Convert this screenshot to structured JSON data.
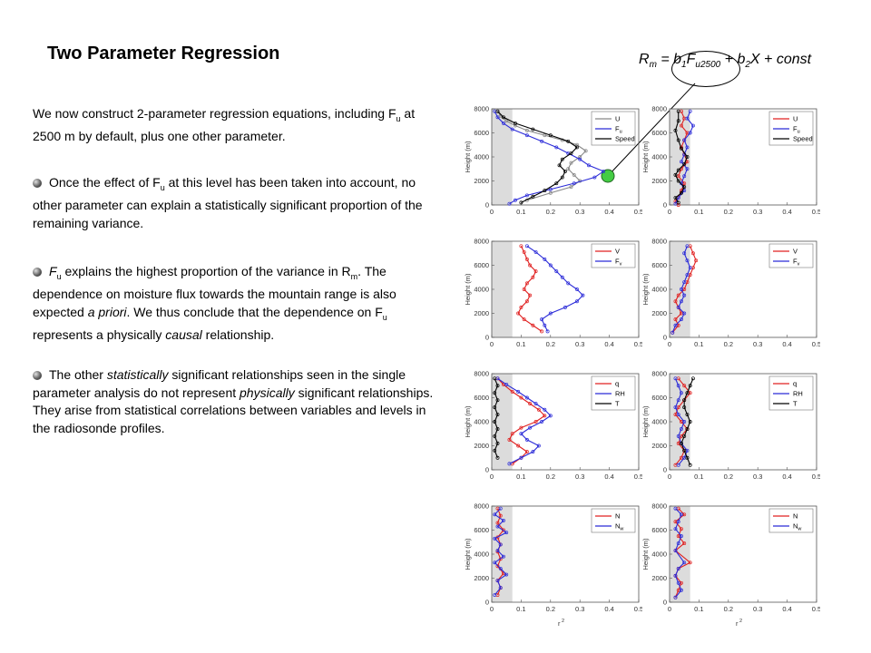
{
  "slide": {
    "title": "Two Parameter Regression",
    "equation": {
      "R": "R",
      "m": "m",
      "eq": " = b",
      "one": "1",
      "F": "F",
      "u2500": "u2500",
      "plus": " + b",
      "two": "2",
      "rest": "X + const"
    },
    "para1": {
      "a": "We now construct 2-parameter regression equations, including F",
      "sub": "u",
      "b": " at 2500 m by default, plus one other parameter."
    },
    "para2": {
      "a": "Once the effect of F",
      "sub": "u",
      "b": " at this level has been taken into account, no other parameter can explain a statistically significant proportion of the remaining variance."
    },
    "para3": {
      "a": "F",
      "sub1": "u",
      "b": " explains the highest proportion of the variance in R",
      "sub2": "m",
      "c": ". The dependence on moisture flux towards the mountain range is also expected ",
      "d": "a priori",
      "e": ".  We thus conclude that the dependence on F",
      "sub3": "u",
      "f": " represents a physically ",
      "g": "causal",
      "h": " relationship."
    },
    "para4": {
      "a": "The other ",
      "b": "statistically",
      "c": " significant relationships seen in the single parameter analysis do not represent ",
      "d": "physically",
      "e": " significant relationships.  They arise from statistical correlations between variables and levels in the radiosonde profiles."
    }
  },
  "plot_labels": {
    "ylabel": "Height (m)",
    "xlabel": "r",
    "xlabel_sup": "2",
    "yticks": [
      "8000",
      "6000",
      "4000",
      "2000",
      "0"
    ],
    "xticks": [
      "0",
      "0.1",
      "0.2",
      "0.3",
      "0.4",
      "0.5"
    ]
  },
  "legend_colors": {
    "black": "#000000",
    "blue": "#2b2bd8",
    "red": "#e02020",
    "grey": "#888888"
  },
  "highlight_color": "#44cc44",
  "chart_data": [
    {
      "type": "line",
      "panel": "row1-left",
      "xlim": [
        0,
        0.5
      ],
      "ylim": [
        0,
        8000
      ],
      "legend": [
        "U",
        "Fu",
        "Speed"
      ],
      "series": [
        {
          "name": "U",
          "color": "#888888",
          "x": [
            0.02,
            0.03,
            0.05,
            0.08,
            0.12,
            0.18,
            0.24,
            0.29,
            0.32,
            0.3,
            0.27,
            0.26,
            0.28,
            0.3,
            0.27,
            0.2,
            0.12
          ],
          "y": [
            7800,
            7400,
            7000,
            6600,
            6200,
            5800,
            5400,
            5000,
            4500,
            4000,
            3500,
            3000,
            2500,
            2000,
            1500,
            1000,
            400
          ]
        },
        {
          "name": "Fu",
          "color": "#2b2bd8",
          "x": [
            0.01,
            0.02,
            0.04,
            0.07,
            0.12,
            0.17,
            0.22,
            0.26,
            0.3,
            0.33,
            0.38,
            0.35,
            0.28,
            0.2,
            0.12,
            0.08,
            0.06
          ],
          "y": [
            7800,
            7300,
            6800,
            6300,
            5800,
            5300,
            4800,
            4300,
            3800,
            3300,
            2800,
            2300,
            1800,
            1300,
            800,
            400,
            100
          ]
        },
        {
          "name": "Speed",
          "color": "#000000",
          "x": [
            0.02,
            0.04,
            0.08,
            0.14,
            0.2,
            0.26,
            0.29,
            0.27,
            0.24,
            0.23,
            0.25,
            0.24,
            0.22,
            0.18,
            0.14,
            0.1
          ],
          "y": [
            7800,
            7300,
            6800,
            6300,
            5800,
            5300,
            4800,
            4300,
            3800,
            3300,
            2800,
            2300,
            1800,
            1200,
            700,
            200
          ]
        }
      ]
    },
    {
      "type": "line",
      "panel": "row1-right",
      "xlim": [
        0,
        0.5
      ],
      "ylim": [
        0,
        8000
      ],
      "legend": [
        "U",
        "Fu",
        "Speed"
      ],
      "series": [
        {
          "name": "U",
          "color": "#e02020",
          "x": [
            0.04,
            0.05,
            0.04,
            0.06,
            0.05,
            0.04,
            0.05,
            0.06,
            0.04,
            0.03,
            0.05,
            0.04,
            0.03,
            0.02,
            0.03
          ],
          "y": [
            7800,
            7200,
            6600,
            6000,
            5400,
            4800,
            4200,
            3600,
            3000,
            2400,
            1800,
            1200,
            600,
            300,
            0
          ]
        },
        {
          "name": "Fu",
          "color": "#2b2bd8",
          "x": [
            0.07,
            0.06,
            0.08,
            0.07,
            0.05,
            0.06,
            0.05,
            0.04,
            0.06,
            0.05,
            0.04,
            0.05,
            0.03,
            0.02
          ],
          "y": [
            7800,
            7200,
            6600,
            6000,
            5400,
            4800,
            4200,
            3600,
            3000,
            2400,
            1800,
            1200,
            600,
            100
          ]
        },
        {
          "name": "Speed",
          "color": "#000000",
          "x": [
            0.03,
            0.03,
            0.02,
            0.03,
            0.04,
            0.06,
            0.05,
            0.03,
            0.02,
            0.03,
            0.05,
            0.04,
            0.02,
            0.03
          ],
          "y": [
            7800,
            7000,
            6200,
            5400,
            4700,
            4000,
            3400,
            2900,
            2500,
            2000,
            1500,
            1000,
            600,
            200
          ]
        }
      ]
    },
    {
      "type": "line",
      "panel": "row2-left",
      "xlim": [
        0,
        0.5
      ],
      "ylim": [
        0,
        8000
      ],
      "legend": [
        "V",
        "Fv"
      ],
      "series": [
        {
          "name": "V",
          "color": "#e02020",
          "x": [
            0.1,
            0.11,
            0.12,
            0.13,
            0.15,
            0.14,
            0.12,
            0.11,
            0.13,
            0.12,
            0.1,
            0.09,
            0.11,
            0.14,
            0.17
          ],
          "y": [
            7600,
            7100,
            6500,
            6000,
            5500,
            5000,
            4500,
            4000,
            3500,
            3000,
            2500,
            2000,
            1500,
            1000,
            500
          ]
        },
        {
          "name": "Fv",
          "color": "#2b2bd8",
          "x": [
            0.12,
            0.15,
            0.18,
            0.2,
            0.22,
            0.24,
            0.26,
            0.29,
            0.31,
            0.29,
            0.25,
            0.2,
            0.17,
            0.18,
            0.19
          ],
          "y": [
            7600,
            7100,
            6500,
            6000,
            5500,
            5000,
            4500,
            4000,
            3500,
            3000,
            2500,
            2000,
            1500,
            1000,
            500
          ]
        }
      ]
    },
    {
      "type": "line",
      "panel": "row2-right",
      "xlim": [
        0,
        0.5
      ],
      "ylim": [
        0,
        8000
      ],
      "legend": [
        "V",
        "Fv"
      ],
      "series": [
        {
          "name": "V",
          "color": "#e02020",
          "x": [
            0.07,
            0.08,
            0.09,
            0.08,
            0.07,
            0.06,
            0.05,
            0.03,
            0.02,
            0.03,
            0.04,
            0.02,
            0.03,
            0.01
          ],
          "y": [
            7600,
            7000,
            6400,
            5800,
            5200,
            4600,
            4000,
            3500,
            3000,
            2500,
            2000,
            1500,
            1000,
            400
          ]
        },
        {
          "name": "Fv",
          "color": "#2b2bd8",
          "x": [
            0.06,
            0.05,
            0.06,
            0.07,
            0.06,
            0.05,
            0.04,
            0.05,
            0.04,
            0.03,
            0.05,
            0.04,
            0.02,
            0.01
          ],
          "y": [
            7600,
            7000,
            6400,
            5800,
            5200,
            4600,
            4000,
            3500,
            3000,
            2500,
            2000,
            1500,
            1000,
            400
          ]
        }
      ]
    },
    {
      "type": "line",
      "panel": "row3-left",
      "xlim": [
        0,
        0.5
      ],
      "ylim": [
        0,
        8000
      ],
      "legend": [
        "q",
        "RH",
        "T"
      ],
      "series": [
        {
          "name": "q",
          "color": "#e02020",
          "x": [
            0.02,
            0.04,
            0.07,
            0.1,
            0.13,
            0.16,
            0.18,
            0.15,
            0.1,
            0.07,
            0.06,
            0.09,
            0.12,
            0.1,
            0.07
          ],
          "y": [
            7600,
            7100,
            6500,
            6000,
            5500,
            5000,
            4500,
            4000,
            3500,
            3000,
            2500,
            2000,
            1500,
            1000,
            500
          ]
        },
        {
          "name": "RH",
          "color": "#2b2bd8",
          "x": [
            0.02,
            0.05,
            0.09,
            0.12,
            0.15,
            0.18,
            0.2,
            0.17,
            0.13,
            0.1,
            0.12,
            0.16,
            0.14,
            0.1,
            0.06
          ],
          "y": [
            7600,
            7100,
            6500,
            6000,
            5500,
            5000,
            4500,
            4000,
            3500,
            3000,
            2500,
            2000,
            1500,
            1000,
            500
          ]
        },
        {
          "name": "T",
          "color": "#000000",
          "x": [
            0.01,
            0.02,
            0.01,
            0.02,
            0.01,
            0.02,
            0.01,
            0.02,
            0.01,
            0.02,
            0.01,
            0.02
          ],
          "y": [
            7600,
            7000,
            6400,
            5800,
            5200,
            4600,
            4000,
            3400,
            2800,
            2200,
            1600,
            1000
          ]
        }
      ]
    },
    {
      "type": "line",
      "panel": "row3-right",
      "xlim": [
        0,
        0.5
      ],
      "ylim": [
        0,
        8000
      ],
      "legend": [
        "q",
        "RH",
        "T"
      ],
      "series": [
        {
          "name": "q",
          "color": "#e02020",
          "x": [
            0.03,
            0.05,
            0.07,
            0.05,
            0.03,
            0.02,
            0.04,
            0.06,
            0.04,
            0.03,
            0.05,
            0.04,
            0.02
          ],
          "y": [
            7600,
            7000,
            6400,
            5800,
            5200,
            4600,
            4000,
            3400,
            2800,
            2200,
            1600,
            1000,
            400
          ]
        },
        {
          "name": "RH",
          "color": "#2b2bd8",
          "x": [
            0.02,
            0.03,
            0.04,
            0.03,
            0.02,
            0.03,
            0.05,
            0.04,
            0.03,
            0.04,
            0.06,
            0.05,
            0.03
          ],
          "y": [
            7600,
            7000,
            6400,
            5800,
            5200,
            4600,
            4000,
            3400,
            2800,
            2200,
            1600,
            1000,
            400
          ]
        },
        {
          "name": "T",
          "color": "#000000",
          "x": [
            0.08,
            0.07,
            0.06,
            0.05,
            0.05,
            0.06,
            0.07,
            0.06,
            0.05,
            0.04,
            0.05,
            0.06,
            0.07
          ],
          "y": [
            7600,
            7000,
            6400,
            5800,
            5200,
            4600,
            4000,
            3400,
            2800,
            2200,
            1600,
            1000,
            400
          ]
        }
      ]
    },
    {
      "type": "line",
      "panel": "row4-left",
      "xlim": [
        0,
        0.5
      ],
      "ylim": [
        0,
        8000
      ],
      "legend": [
        "N",
        "Nw"
      ],
      "series": [
        {
          "name": "N",
          "color": "#e02020",
          "x": [
            0.02,
            0.03,
            0.02,
            0.04,
            0.02,
            0.03,
            0.02,
            0.03,
            0.02,
            0.04,
            0.02,
            0.03,
            0.02
          ],
          "y": [
            7800,
            7200,
            6600,
            6000,
            5400,
            4800,
            4200,
            3600,
            3000,
            2400,
            1800,
            1200,
            600
          ]
        },
        {
          "name": "Nw",
          "color": "#2b2bd8",
          "x": [
            0.03,
            0.01,
            0.04,
            0.02,
            0.05,
            0.01,
            0.03,
            0.02,
            0.04,
            0.01,
            0.03,
            0.05,
            0.02,
            0.03,
            0.01
          ],
          "y": [
            7800,
            7300,
            6800,
            6300,
            5800,
            5300,
            4800,
            4300,
            3800,
            3300,
            2800,
            2300,
            1800,
            1200,
            600
          ]
        }
      ]
    },
    {
      "type": "line",
      "panel": "row4-right",
      "xlim": [
        0,
        0.5
      ],
      "ylim": [
        0,
        8000
      ],
      "legend": [
        "N",
        "Nw"
      ],
      "series": [
        {
          "name": "N",
          "color": "#e02020",
          "x": [
            0.03,
            0.05,
            0.02,
            0.04,
            0.03,
            0.05,
            0.02,
            0.07,
            0.03,
            0.02,
            0.04,
            0.03,
            0.02
          ],
          "y": [
            7800,
            7300,
            6700,
            6100,
            5500,
            4900,
            4300,
            3300,
            2800,
            2200,
            1600,
            1000,
            400
          ]
        },
        {
          "name": "Nw",
          "color": "#2b2bd8",
          "x": [
            0.02,
            0.04,
            0.03,
            0.02,
            0.04,
            0.03,
            0.02,
            0.05,
            0.03,
            0.02,
            0.03,
            0.04,
            0.02
          ],
          "y": [
            7800,
            7300,
            6700,
            6100,
            5500,
            4900,
            4300,
            3300,
            2800,
            2200,
            1600,
            1000,
            400
          ]
        }
      ]
    }
  ]
}
